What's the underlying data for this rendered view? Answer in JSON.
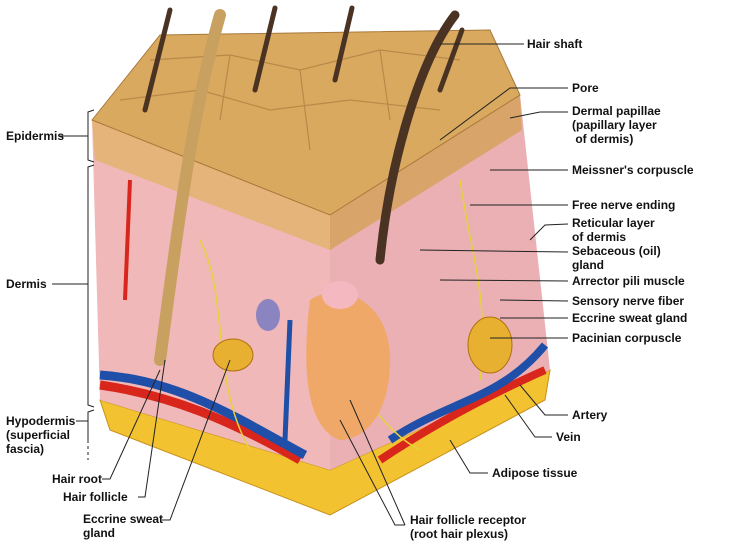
{
  "title": "Skin structure",
  "labels": {
    "hair_shaft": "Hair shaft",
    "pore": "Pore",
    "dermal_papillae": [
      "Dermal papillae",
      "(papillary layer",
      " of dermis)"
    ],
    "meissner": "Meissner's corpuscle",
    "free_nerve": "Free nerve ending",
    "reticular": [
      "Reticular layer",
      "of dermis"
    ],
    "sebaceous": [
      "Sebaceous (oil)",
      "gland"
    ],
    "arrector": "Arrector pili muscle",
    "sensory": "Sensory nerve fiber",
    "eccrine_right": "Eccrine sweat gland",
    "pacinian": "Pacinian corpuscle",
    "artery": "Artery",
    "vein": "Vein",
    "adipose": "Adipose tissue",
    "follicle_receptor": [
      "Hair follicle receptor",
      "(root hair plexus)"
    ],
    "eccrine_left": [
      "Eccrine sweat",
      "gland"
    ],
    "hair_follicle": "Hair follicle",
    "hair_root": "Hair root",
    "hypodermis": [
      "Hypodermis",
      "(superficial",
      "fascia)"
    ],
    "dermis": "Dermis",
    "epidermis": "Epidermis"
  },
  "colors": {
    "epidermis": "#d8a95e",
    "dermis": "#f0b8b8",
    "fat": "#f2c230",
    "artery": "#d9261c",
    "vein": "#1f4fa8",
    "nerve": "#e6d23a",
    "hair": "#4a3322"
  }
}
